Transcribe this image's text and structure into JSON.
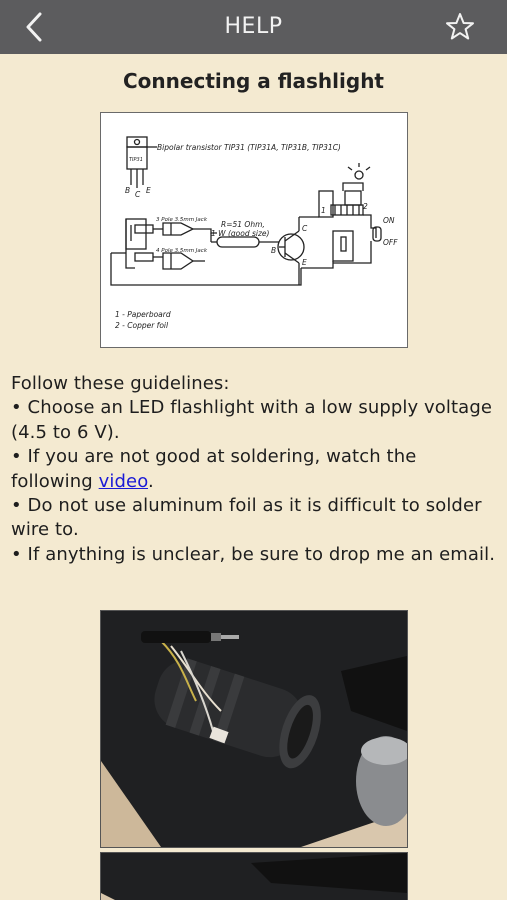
{
  "nav": {
    "title": "HELP",
    "back_icon": "chevron-left-icon",
    "favorite_icon": "star-outline-icon"
  },
  "article": {
    "heading": "Connecting a flashlight",
    "schematic": {
      "transistor_label": "Bipolar transistor TIP31 (TIP31A, TIP31B, TIP31C)",
      "chip_label": "TIP31",
      "pin_b": "B",
      "pin_c": "C",
      "pin_e": "E",
      "jack3": "3 Pole 3.5mm Jack",
      "jack4": "4 Pole 3.5mm Jack",
      "resistor_value": "R=51 Ohm,",
      "resistor_power": "1 W (good size)",
      "label_1": "1",
      "label_2": "2",
      "switch_on": "ON",
      "switch_off": "OFF",
      "legend_1": "1 - Paperboard",
      "legend_2": "2 - Copper foil"
    },
    "guidelines_intro": "Follow these guidelines:",
    "bullet1": "• Choose an LED flashlight with a low supply voltage (4.5 to 6 V).",
    "bullet2_before": "• If you are not good at soldering, watch the following ",
    "bullet2_link": "video",
    "bullet2_after": ".",
    "bullet3": "• Do not use aluminum foil as it is difficult to solder wire to.",
    "bullet4": "• If anything is unclear, be sure to drop me an email."
  },
  "colors": {
    "navbar": "#5c5c5e",
    "background": "#f4ead1",
    "link": "#1a1ad6"
  }
}
